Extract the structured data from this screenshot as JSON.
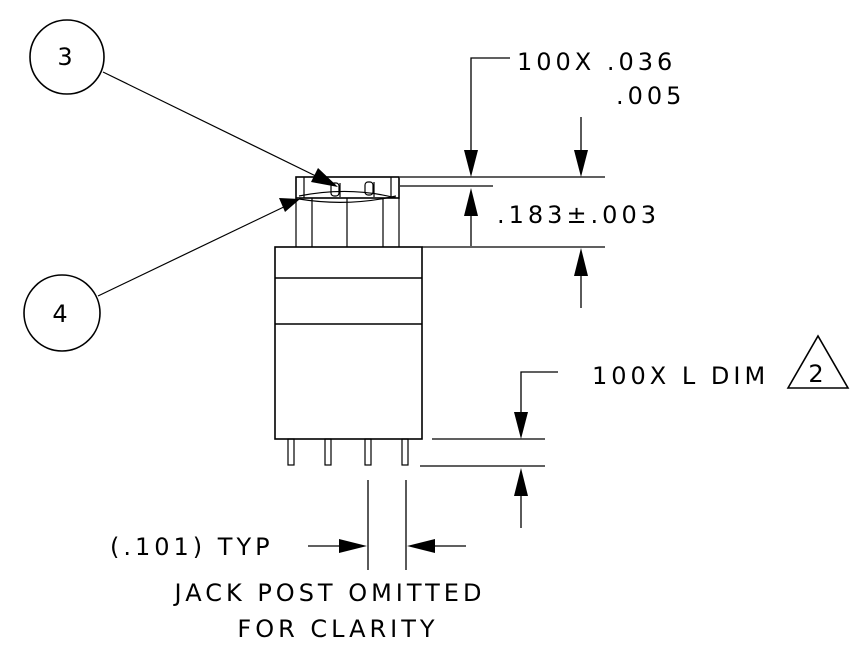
{
  "balloons": [
    {
      "label": "3"
    },
    {
      "label": "4"
    }
  ],
  "dimensions": {
    "count_top": "100X .036",
    "count_top_2": ".005",
    "height": ".183±.003",
    "count_bottom": "100X L DIM",
    "note_ref": "2",
    "pitch": "(.101) TYP"
  },
  "note": {
    "line1": "JACK POST OMITTED",
    "line2": "FOR CLARITY"
  }
}
